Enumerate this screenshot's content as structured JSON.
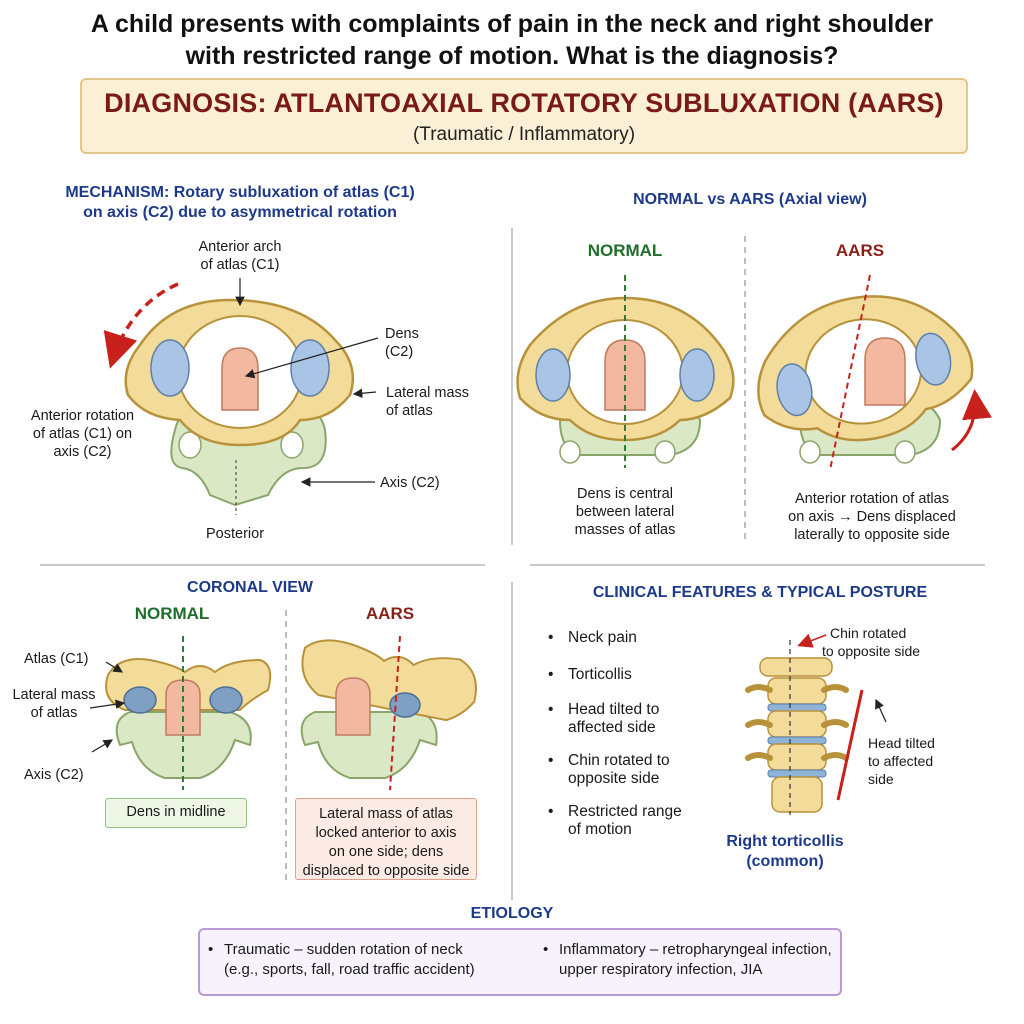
{
  "question": {
    "line1": "A child presents with complaints of pain in the neck and right shoulder",
    "line2": "with restricted range of motion. What is the diagnosis?"
  },
  "diagnosis": {
    "title": "DIAGNOSIS: ATLANTOAXIAL ROTATORY SUBLUXATION (AARS)",
    "subtitle": "(Traumatic / Inflammatory)"
  },
  "mechanism": {
    "title_line1": "MECHANISM: Rotary subluxation of atlas (C1)",
    "title_line2": "on axis (C2) due to asymmetrical rotation",
    "labels": {
      "anterior_arch_1": "Anterior arch",
      "anterior_arch_2": "of atlas (C1)",
      "dens_1": "Dens",
      "dens_2": "(C2)",
      "lateral_mass_1": "Lateral mass",
      "lateral_mass_2": "of atlas",
      "rotation_1": "Anterior rotation",
      "rotation_2": "of atlas (C1) on",
      "rotation_3": "axis (C2)",
      "axis": "Axis (C2)",
      "posterior": "Posterior"
    }
  },
  "axial": {
    "title": "NORMAL vs AARS (Axial view)",
    "normal_label": "NORMAL",
    "aars_label": "AARS",
    "normal_caption_1": "Dens is central",
    "normal_caption_2": "between lateral",
    "normal_caption_3": "masses of atlas",
    "aars_caption_1": "Anterior rotation of atlas",
    "aars_caption_2": "on axis → Dens displaced",
    "aars_caption_3": "laterally to opposite side"
  },
  "coronal": {
    "title": "CORONAL VIEW",
    "normal_label": "NORMAL",
    "aars_label": "AARS",
    "atlas_label": "Atlas (C1)",
    "lateral_mass_1": "Lateral mass",
    "lateral_mass_2": "of atlas",
    "axis_label": "Axis (C2)",
    "normal_box": "Dens in midline",
    "aars_box_1": "Lateral mass of atlas",
    "aars_box_2": "locked anterior to axis",
    "aars_box_3": "on one side; dens",
    "aars_box_4": "displaced to opposite side"
  },
  "clinical": {
    "title": "CLINICAL FEATURES & TYPICAL POSTURE",
    "bullet": "•",
    "items": [
      {
        "l1": "Neck pain",
        "l2": ""
      },
      {
        "l1": "Torticollis",
        "l2": ""
      },
      {
        "l1": "Head tilted to",
        "l2": "affected side"
      },
      {
        "l1": "Chin rotated to",
        "l2": "opposite side"
      },
      {
        "l1": "Restricted range",
        "l2": "of motion"
      }
    ],
    "chin_label_1": "Chin rotated",
    "chin_label_2": "to opposite side",
    "head_label_1": "Head tilted",
    "head_label_2": "to affected",
    "head_label_3": "side",
    "caption_1": "Right torticollis",
    "caption_2": "(common)"
  },
  "etiology": {
    "title": "ETIOLOGY",
    "bullet": "•",
    "traumatic_1": "Traumatic – sudden rotation of neck",
    "traumatic_2": "(e.g., sports, fall, road traffic accident)",
    "inflammatory_1": "Inflammatory – retropharyngeal infection,",
    "inflammatory_2": "upper respiratory infection, JIA"
  },
  "colors": {
    "bone_yellow": "#f3dc9a",
    "bone_outline": "#b8923a",
    "axis_green": "#dbe8c6",
    "dens_pink": "#f2b9a0",
    "facet_blue": "#a9c4e4",
    "arrow_red": "#c8201a",
    "midline_green": "#2e7d32",
    "title_blue": "#1d3a8a",
    "diagnosis_red": "#7a1a14"
  }
}
